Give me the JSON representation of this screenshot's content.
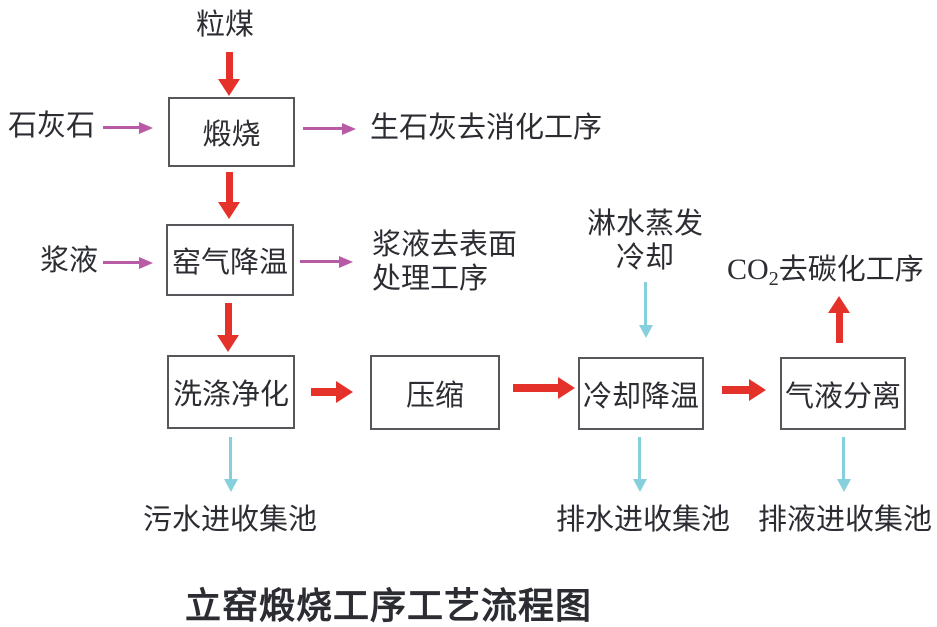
{
  "diagram": {
    "title": "立窑煅烧工序工艺流程图",
    "boxes": [
      {
        "id": "calcination",
        "label": "煅烧"
      },
      {
        "id": "kiln-gas-cooling",
        "label": "窑气降温"
      },
      {
        "id": "washing-purification",
        "label": "洗涤净化"
      },
      {
        "id": "compression",
        "label": "压缩"
      },
      {
        "id": "cooling",
        "label": "冷却降温"
      },
      {
        "id": "gas-liquid-separation",
        "label": "气液分离"
      }
    ],
    "inputs": {
      "coal": "粒煤",
      "limestone": "石灰石",
      "slurry": "浆液",
      "spray_cooling_line1": "淋水蒸发",
      "spray_cooling_line2": "冷却"
    },
    "outputs": {
      "quicklime": "生石灰去消化工序",
      "slurry_surface_line1": "浆液去表面",
      "slurry_surface_line2": "处理工序",
      "co2_prefix": "CO",
      "co2_subscript": "2",
      "co2_suffix": "去碳化工序",
      "sewage": "污水进收集池",
      "drain_water": "排水进收集池",
      "drain_liquid": "排液进收集池"
    }
  },
  "colors": {
    "process_arrow": "#e4312a",
    "stream_arrow": "#b85aa6",
    "drain_arrow": "#85d0dc",
    "text": "#2c2d33",
    "box_border": "#57575b",
    "background": "#ffffff"
  }
}
